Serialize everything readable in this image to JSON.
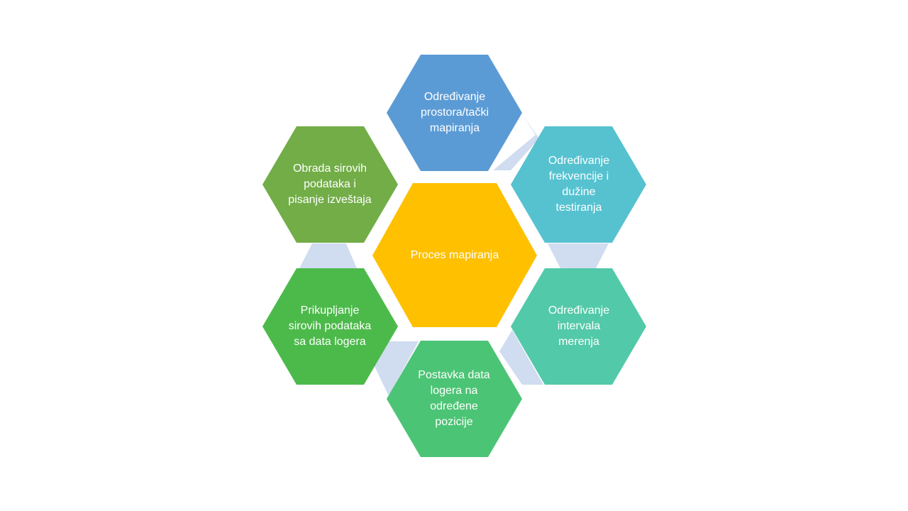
{
  "diagram": {
    "center": {
      "label": "Proces mapiranja",
      "color": "#FFC000"
    },
    "steps": [
      {
        "label": "Određivanje prostora/tački mapiranja",
        "color": "#5B9BD5"
      },
      {
        "label": "Određivanje frekvencije i dužine testiranja",
        "color": "#56C2D0"
      },
      {
        "label": "Određivanje intervala merenja",
        "color": "#52C9A8"
      },
      {
        "label": "Postavka data logera na određene pozicije",
        "color": "#4CC475"
      },
      {
        "label": "Prikupljanje sirovih podataka sa data logera",
        "color": "#4CBA4A"
      },
      {
        "label": "Obrada sirovih podataka i pisanje izveštaja",
        "color": "#72AD47"
      }
    ],
    "connector_color": "#D0DCF0"
  }
}
